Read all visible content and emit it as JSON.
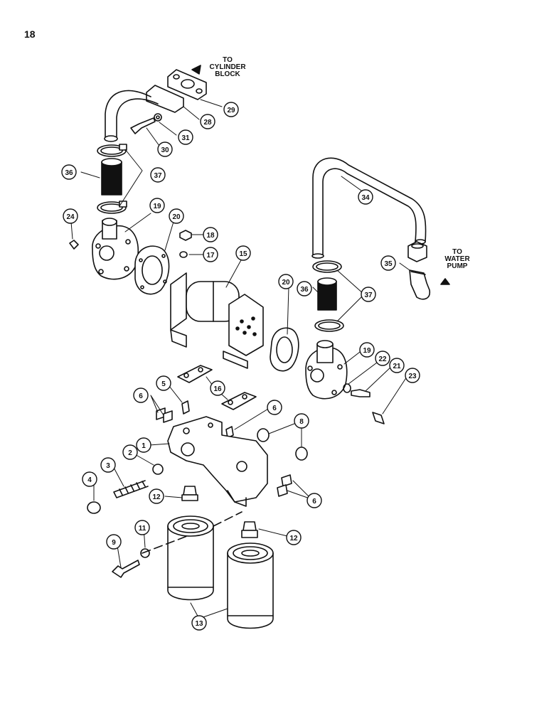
{
  "page_number": "18",
  "notes": {
    "cylinder_block": [
      "TO",
      "CYLINDER",
      "BLOCK"
    ],
    "water_pump": [
      "TO",
      "WATER",
      "PUMP"
    ]
  },
  "callouts": [
    {
      "id": "c29",
      "label": "29"
    },
    {
      "id": "c28",
      "label": "28"
    },
    {
      "id": "c31",
      "label": "31"
    },
    {
      "id": "c30",
      "label": "30"
    },
    {
      "id": "c37a",
      "label": "37"
    },
    {
      "id": "c36a",
      "label": "36"
    },
    {
      "id": "c24",
      "label": "24"
    },
    {
      "id": "c19a",
      "label": "19"
    },
    {
      "id": "c20a",
      "label": "20"
    },
    {
      "id": "c18",
      "label": "18"
    },
    {
      "id": "c17",
      "label": "17"
    },
    {
      "id": "c15",
      "label": "15"
    },
    {
      "id": "c34",
      "label": "34"
    },
    {
      "id": "c35",
      "label": "35"
    },
    {
      "id": "c20b",
      "label": "20"
    },
    {
      "id": "c36b",
      "label": "36"
    },
    {
      "id": "c37b",
      "label": "37"
    },
    {
      "id": "c19b",
      "label": "19"
    },
    {
      "id": "c22",
      "label": "22"
    },
    {
      "id": "c21",
      "label": "21"
    },
    {
      "id": "c23",
      "label": "23"
    },
    {
      "id": "c5",
      "label": "5"
    },
    {
      "id": "c16",
      "label": "16"
    },
    {
      "id": "c6a",
      "label": "6"
    },
    {
      "id": "c6b",
      "label": "6"
    },
    {
      "id": "c8",
      "label": "8"
    },
    {
      "id": "c1",
      "label": "1"
    },
    {
      "id": "c2",
      "label": "2"
    },
    {
      "id": "c3",
      "label": "3"
    },
    {
      "id": "c4",
      "label": "4"
    },
    {
      "id": "c12a",
      "label": "12"
    },
    {
      "id": "c6c",
      "label": "6"
    },
    {
      "id": "c11",
      "label": "11"
    },
    {
      "id": "c9",
      "label": "9"
    },
    {
      "id": "c12b",
      "label": "12"
    },
    {
      "id": "c13",
      "label": "13"
    }
  ]
}
